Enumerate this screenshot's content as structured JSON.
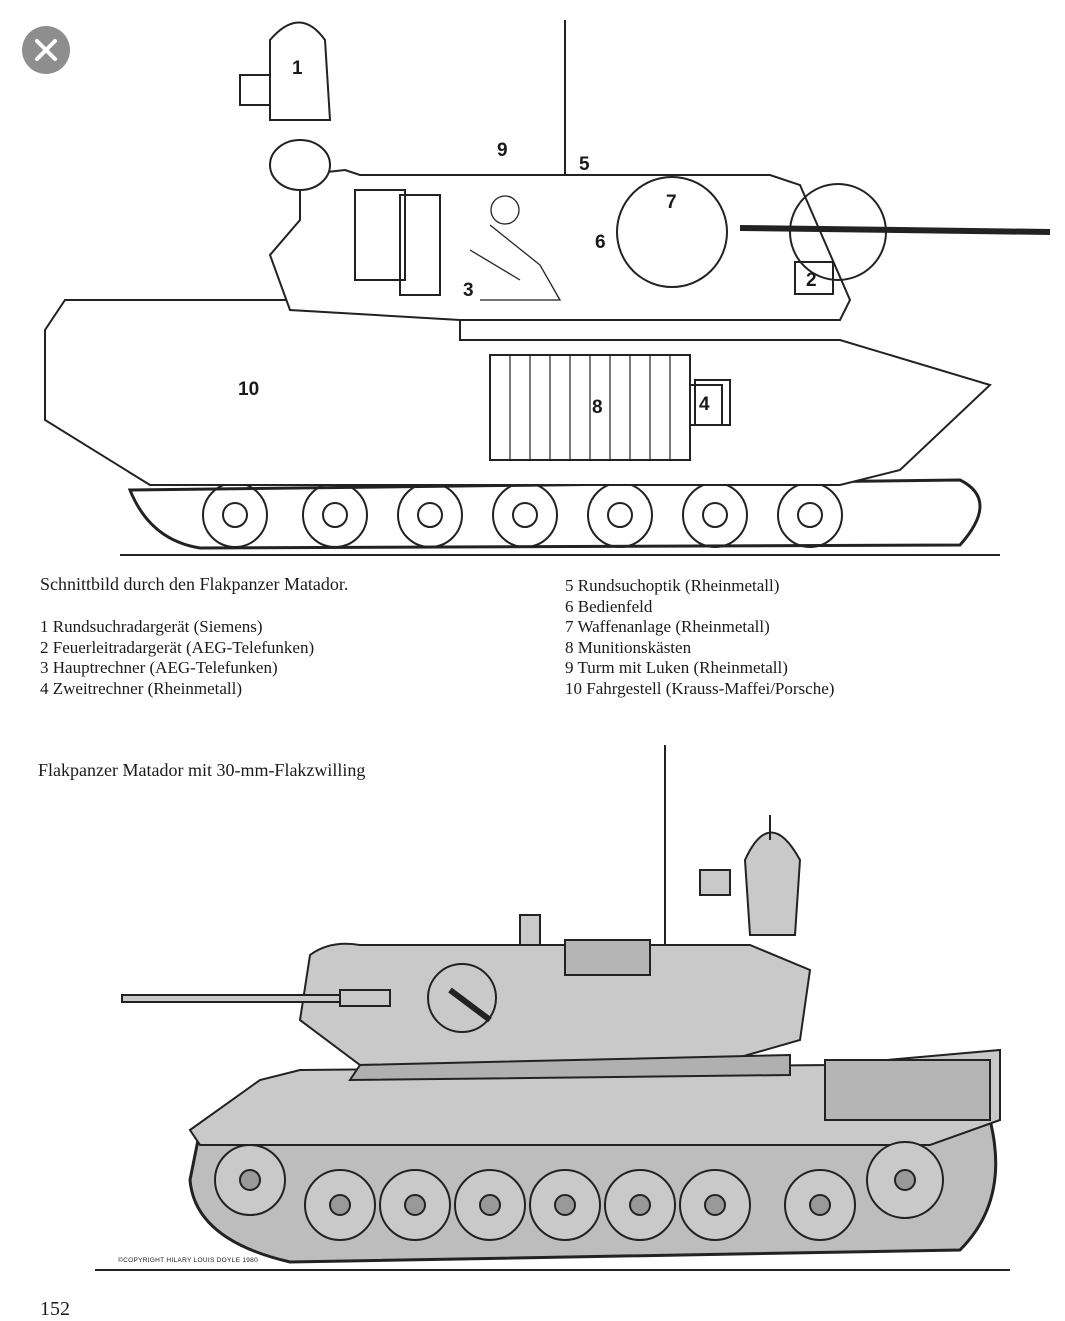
{
  "viewer": {
    "close_icon": "close-icon"
  },
  "figure1": {
    "title": "Schnittbild durch den Flakpanzer Matador.",
    "callouts": [
      "1",
      "2",
      "3",
      "4",
      "5",
      "6",
      "7",
      "8",
      "9",
      "10"
    ],
    "legend_left": [
      "1 Rundsuchradargerät (Siemens)",
      "2 Feuerleitradargerät (AEG-Telefunken)",
      "3 Hauptrechner (AEG-Telefunken)",
      "4 Zweitrechner (Rheinmetall)"
    ],
    "legend_right": [
      "5 Rundsuchoptik (Rheinmetall)",
      "6 Bedienfeld",
      "7 Waffenanlage (Rheinmetall)",
      "8 Munitionskästen",
      "9 Turm mit Luken (Rheinmetall)",
      "10 Fahrgestell (Krauss-Maffei/Porsche)"
    ]
  },
  "figure2": {
    "title": "Flakpanzer Matador mit 30-mm-Flakzwilling",
    "copyright": "©COPYRIGHT HILARY LOUIS DOYLE 1980",
    "fill_color": "#c9c9c9"
  },
  "page_number": "152"
}
